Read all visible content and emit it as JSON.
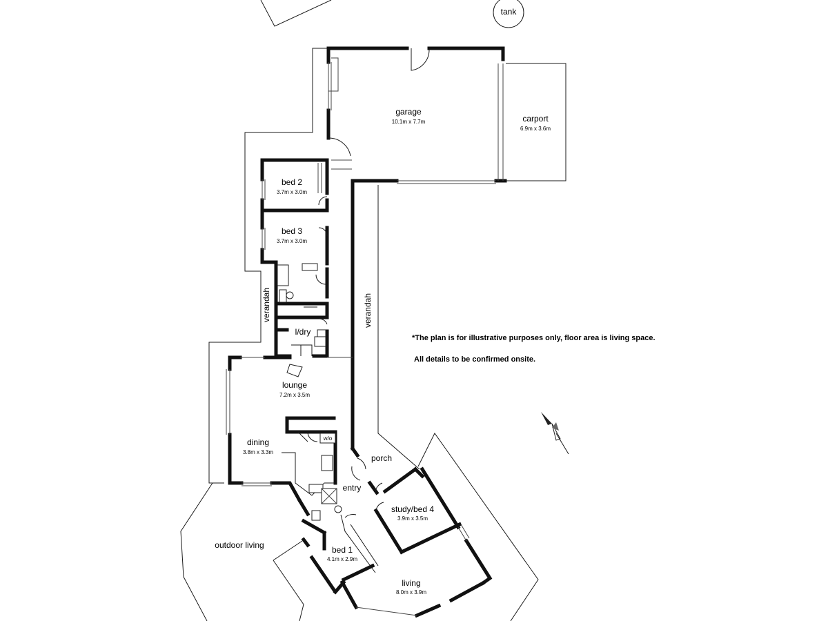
{
  "rooms": {
    "tank": {
      "name": "tank"
    },
    "garage": {
      "name": "garage",
      "size": "10.1m x 7.7m"
    },
    "carport": {
      "name": "carport",
      "size": "6.9m x 3.6m"
    },
    "bed2": {
      "name": "bed 2",
      "size": "3.7m x 3.0m"
    },
    "bed3": {
      "name": "bed 3",
      "size": "3.7m x 3.0m"
    },
    "verandah_left": {
      "name": "verandah"
    },
    "verandah_right": {
      "name": "verandah"
    },
    "ldry": {
      "name": "l/dry"
    },
    "lounge": {
      "name": "lounge",
      "size": "7.2m x 3.5m"
    },
    "dining": {
      "name": "dining",
      "size": "3.8m x 3.3m"
    },
    "wo": {
      "name": "w/o"
    },
    "porch": {
      "name": "porch"
    },
    "entry": {
      "name": "entry"
    },
    "study": {
      "name": "study/bed 4",
      "size": "3.9m x 3.5m"
    },
    "outdoor": {
      "name": "outdoor living"
    },
    "bed1": {
      "name": "bed 1",
      "size": "4.1m x 2.9m"
    },
    "living": {
      "name": "living",
      "size": "8.0m x 3.9m"
    }
  },
  "notes": {
    "line1": "*The plan is for illustrative purposes only, floor area is living space.",
    "line2": "All details to be confirmed onsite."
  },
  "icons": {
    "compass": "compass-icon"
  }
}
